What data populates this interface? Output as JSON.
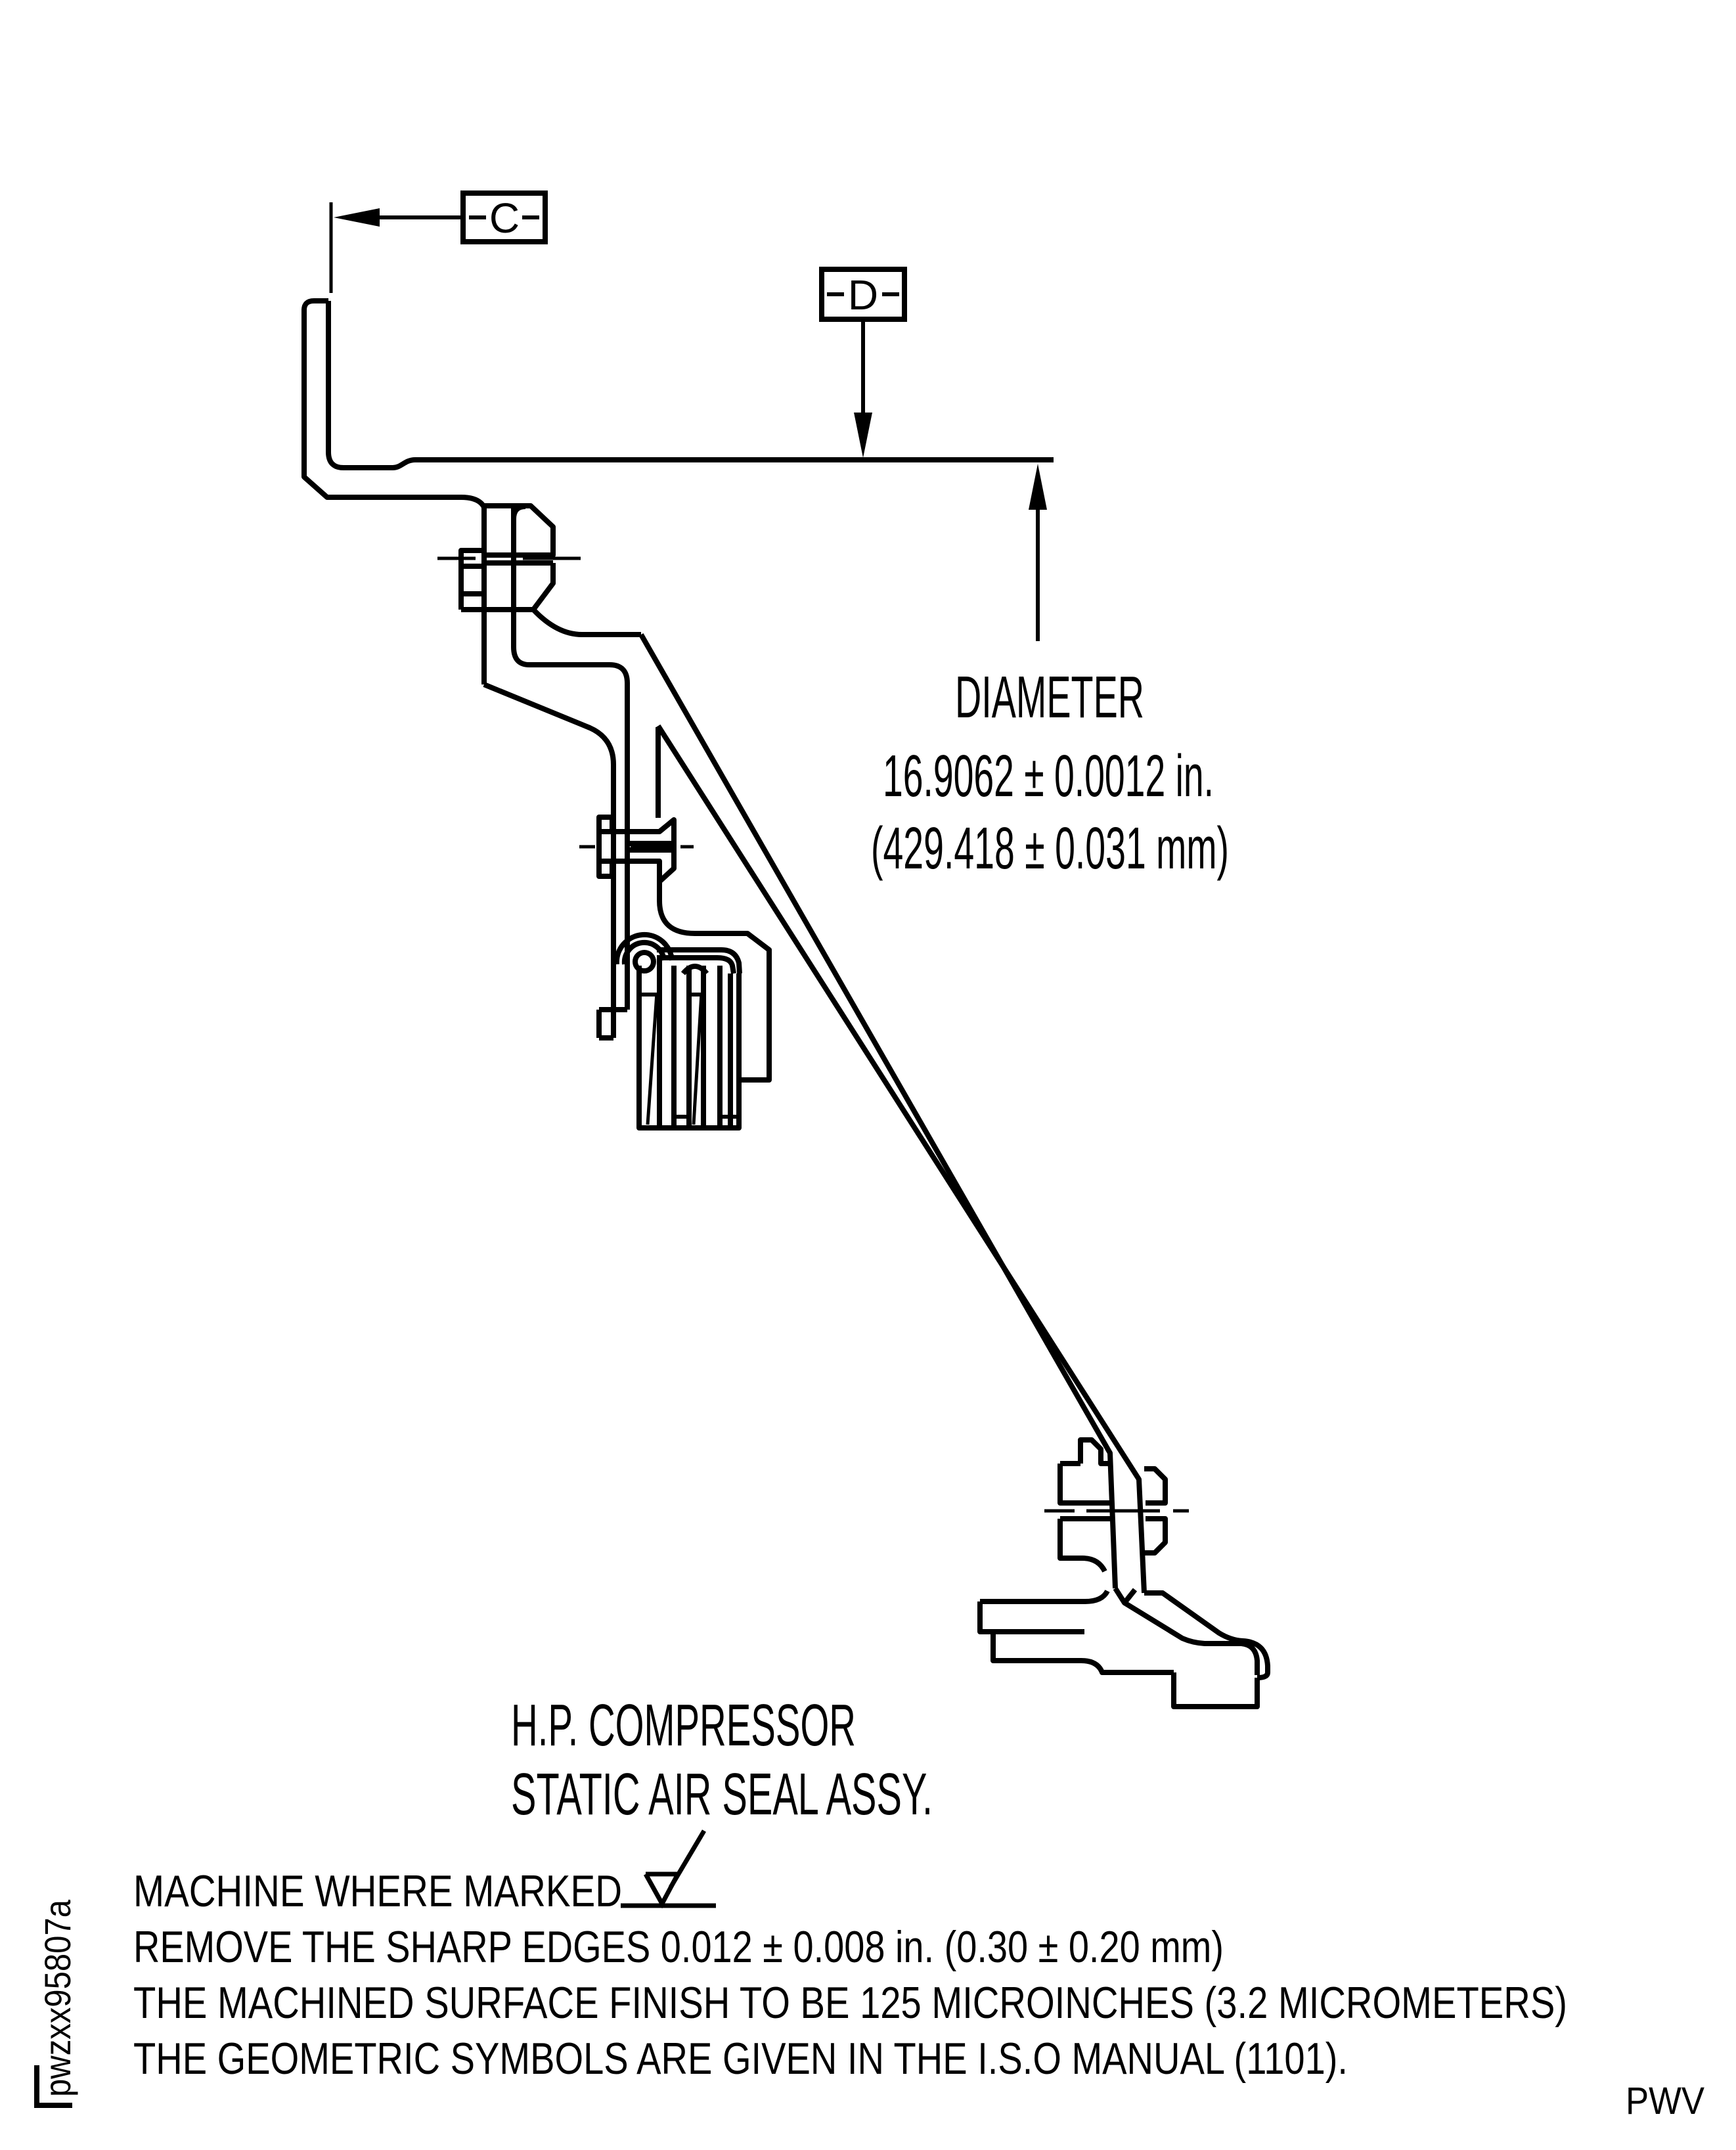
{
  "drawing": {
    "type": "engineering-cross-section",
    "title_block": {
      "assembly_label_line1": "H.P. COMPRESSOR",
      "assembly_label_line2": "STATIC AIR SEAL ASSY."
    },
    "datums": {
      "c_label": "C",
      "d_label": "D"
    },
    "dimension": {
      "line1": "DIAMETER",
      "line2": "16.9062 ± 0.0012 in.",
      "line3": "(429.418 ± 0.031 mm)"
    },
    "notes": {
      "line1": "MACHINE WHERE MARKED",
      "line2": "REMOVE THE SHARP EDGES 0.012 ± 0.008 in. (0.30 ± 0.20 mm)",
      "line3": "THE MACHINED SURFACE FINISH TO BE 125 MICROINCHES (3.2 MICROMETERS)",
      "line4": "THE GEOMETRIC SYMBOLS ARE GIVEN IN THE I.S.O MANUAL (1101)."
    },
    "symbols": {
      "machining_symbol": "surface-finish-machining-symbol"
    },
    "doc_code": "pwzxx95807a",
    "page_code": "PWV",
    "colors": {
      "ink": "#000000",
      "paper": "#ffffff"
    }
  }
}
